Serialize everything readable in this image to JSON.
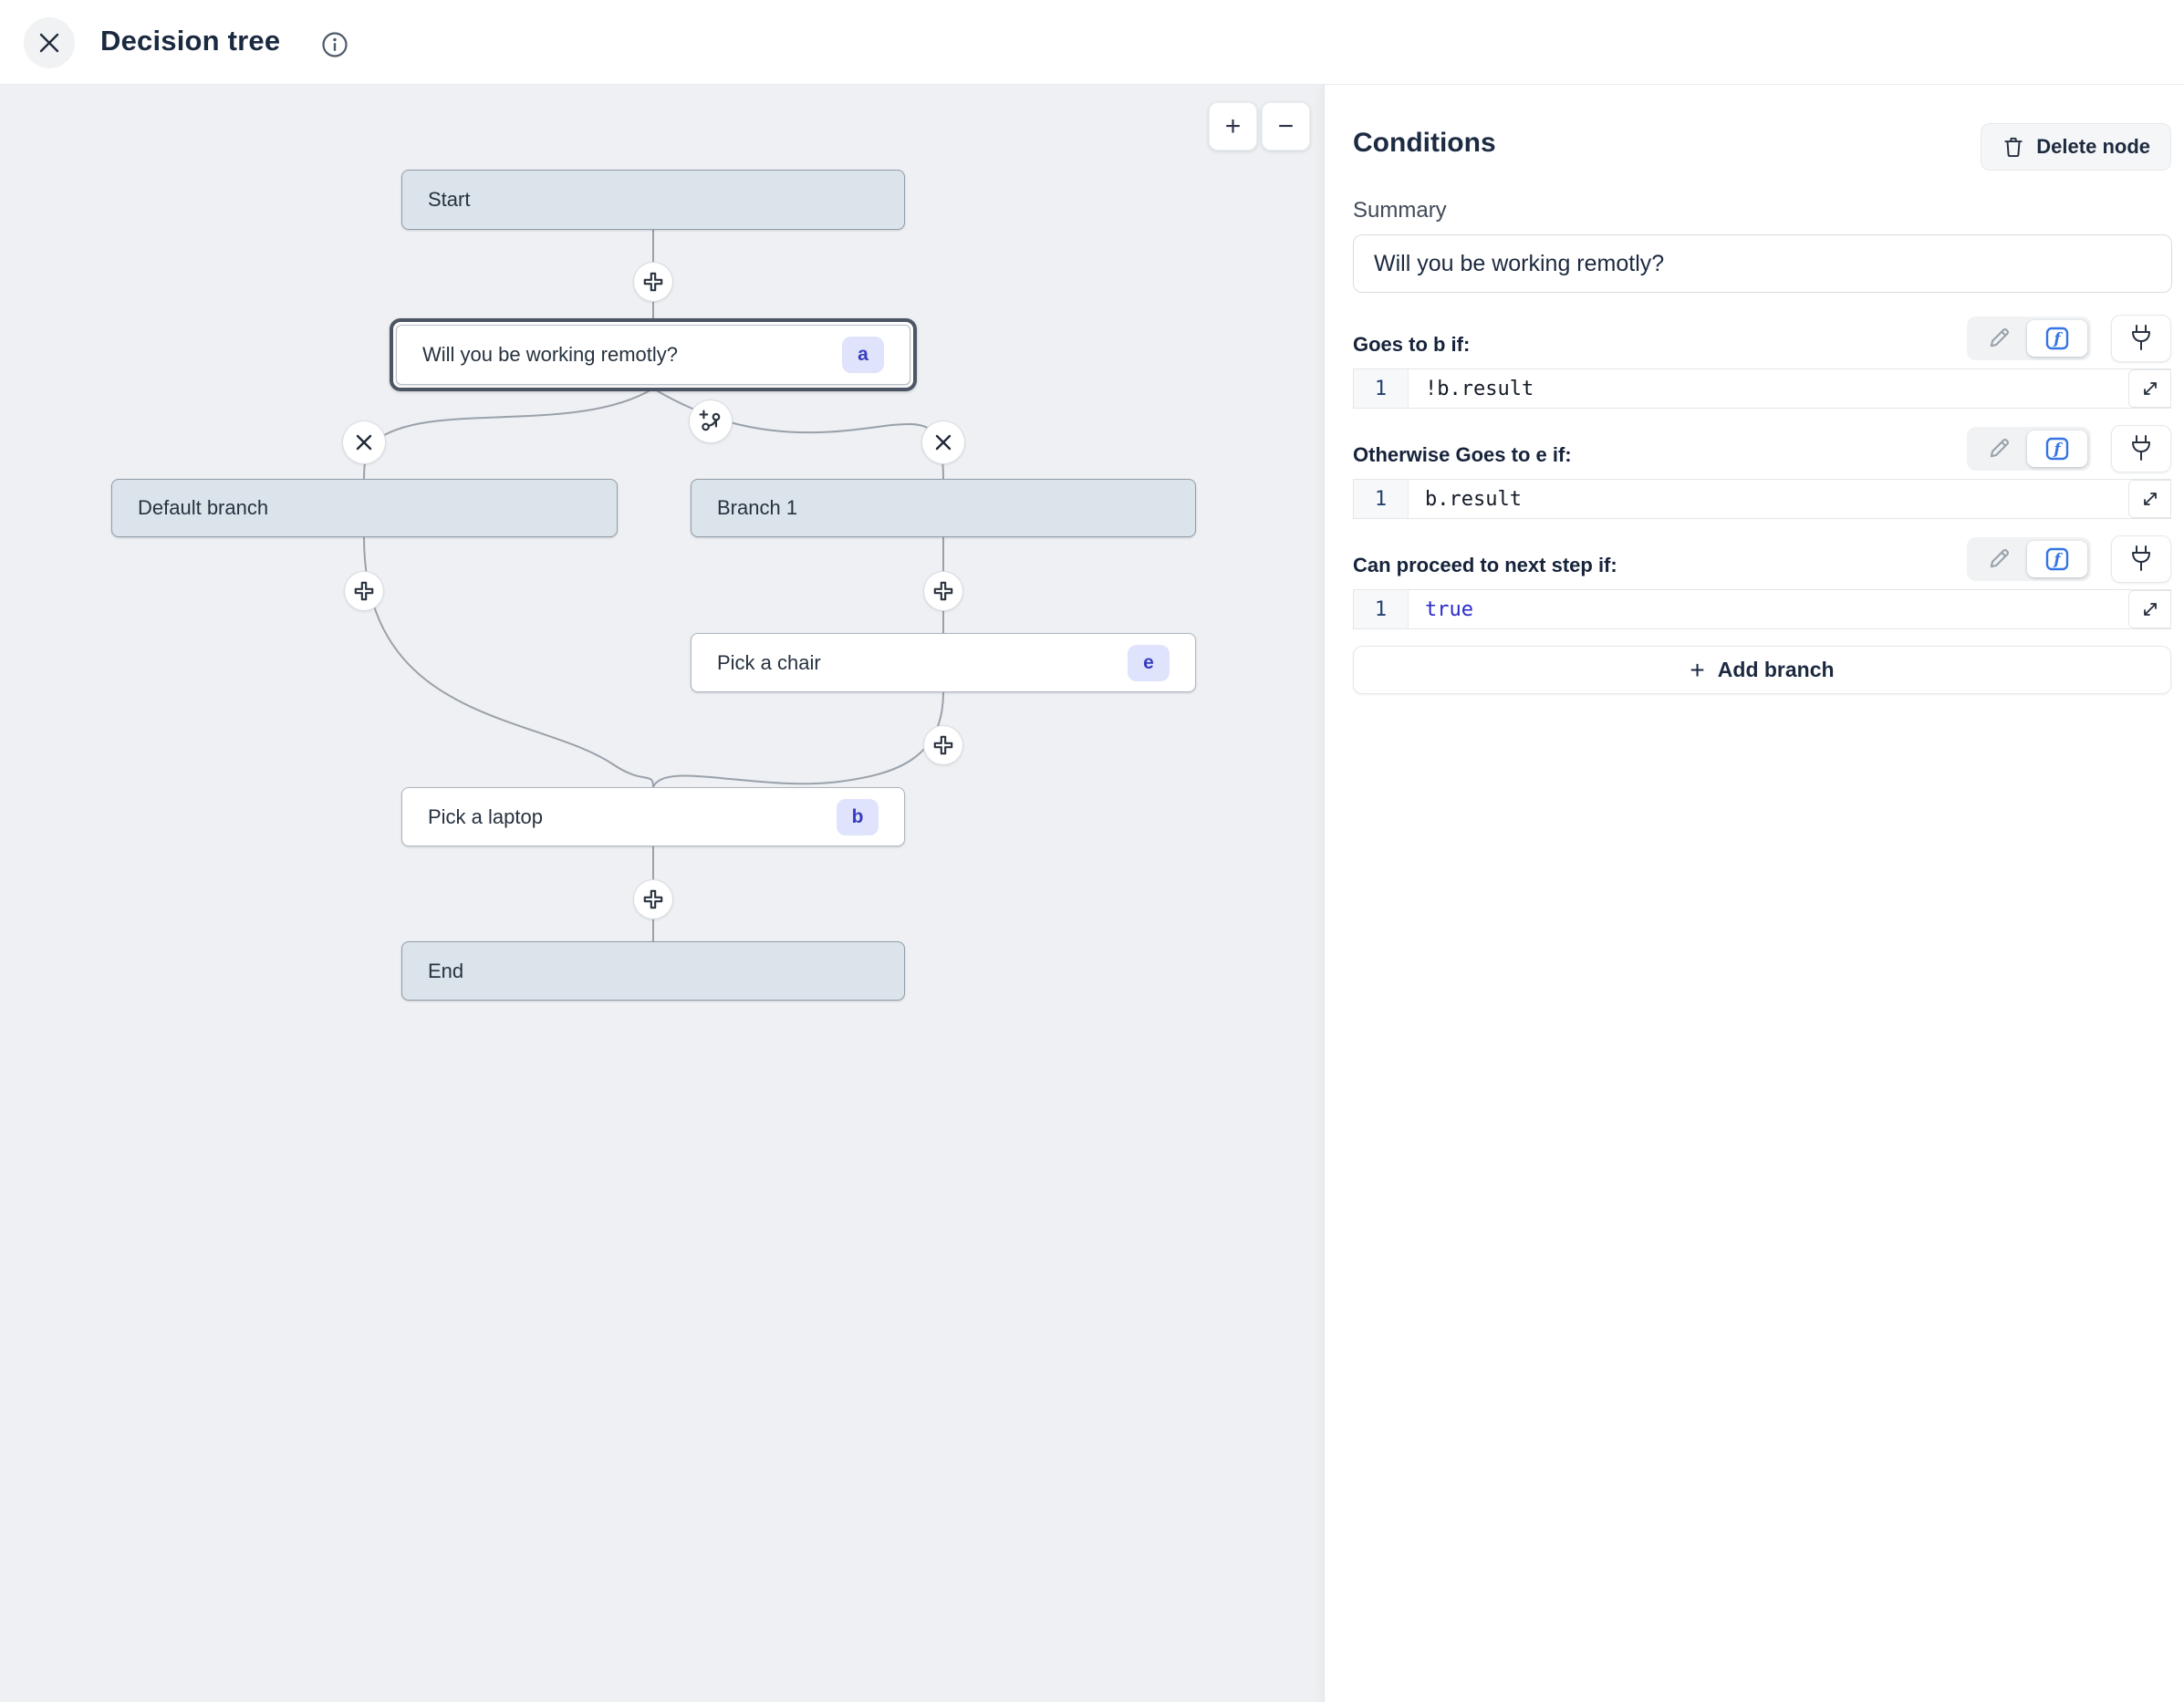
{
  "header": {
    "title": "Decision tree"
  },
  "canvas": {
    "zoom_in": "+",
    "zoom_out": "−",
    "nodes": {
      "start": {
        "label": "Start"
      },
      "question": {
        "label": "Will you be working remotly?",
        "badge": "a"
      },
      "default_branch": {
        "label": "Default branch"
      },
      "branch1": {
        "label": "Branch 1"
      },
      "pick_chair": {
        "label": "Pick a chair",
        "badge": "e"
      },
      "pick_laptop": {
        "label": "Pick a laptop",
        "badge": "b"
      },
      "end": {
        "label": "End"
      }
    }
  },
  "panel": {
    "title": "Conditions",
    "delete_button": "Delete node",
    "summary_label": "Summary",
    "summary_value": "Will you be working remotly?",
    "sections": [
      {
        "label": "Goes to b if:",
        "line_number": "1",
        "code": "!b.result"
      },
      {
        "label": "Otherwise Goes to e if:",
        "line_number": "1",
        "code": "b.result"
      },
      {
        "label": "Can proceed to next step if:",
        "line_number": "1",
        "code": "true"
      }
    ],
    "add_branch_plus": "+",
    "add_branch_label": "Add branch"
  },
  "colors": {
    "canvas_bg": "#eef0f3",
    "node_gray": "#dce4eb",
    "selected_border": "#4b5564",
    "badge_bg": "#dfe3fb",
    "badge_text": "#393ec0",
    "fx_accent": "#3575e3",
    "code_keyword": "#2a2ac9"
  }
}
